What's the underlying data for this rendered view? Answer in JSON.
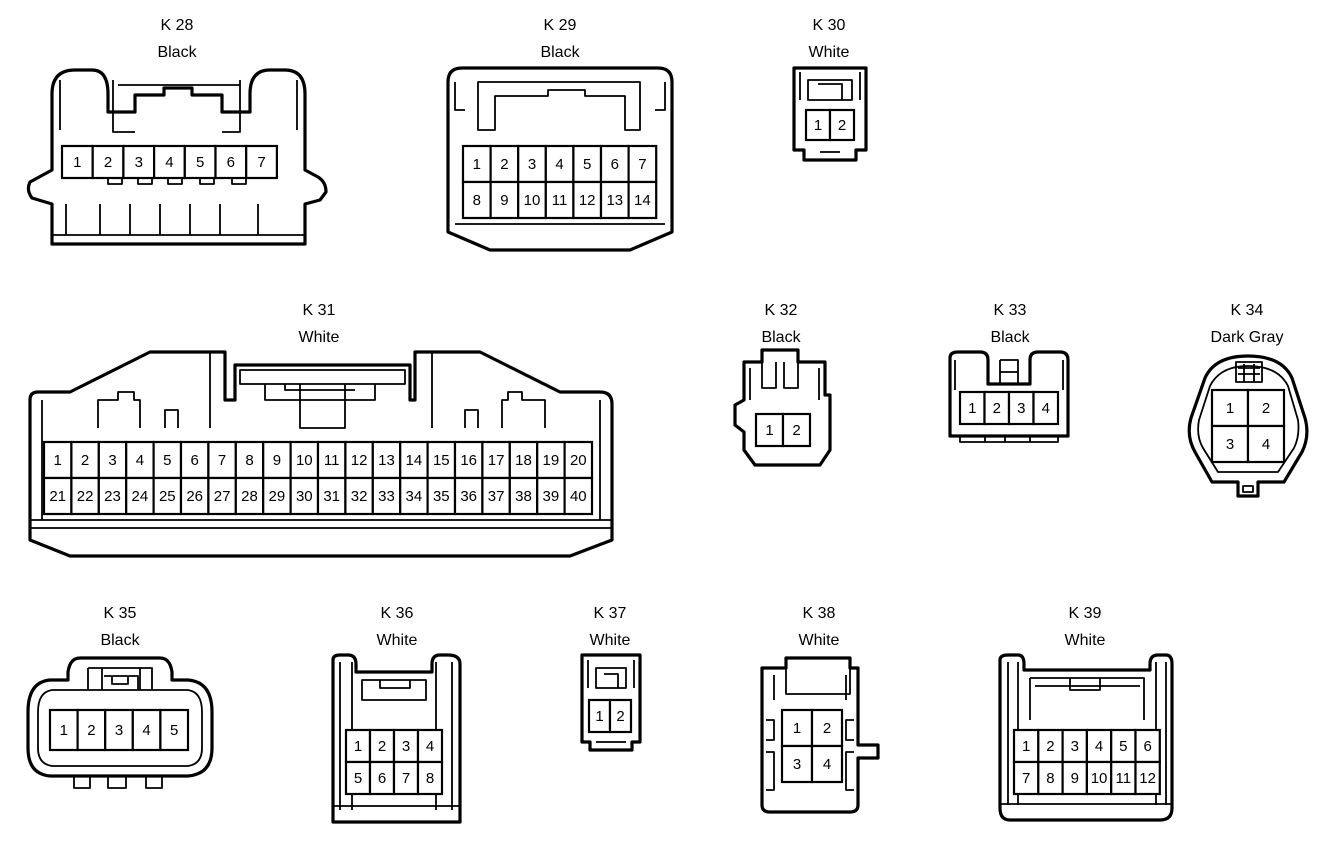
{
  "connectors": [
    {
      "id": "K 28",
      "color": "Black",
      "pins": [
        [
          "1",
          "2",
          "3",
          "4",
          "5",
          "6",
          "7"
        ]
      ]
    },
    {
      "id": "K 29",
      "color": "Black",
      "pins": [
        [
          "1",
          "2",
          "3",
          "4",
          "5",
          "6",
          "7"
        ],
        [
          "8",
          "9",
          "10",
          "11",
          "12",
          "13",
          "14"
        ]
      ]
    },
    {
      "id": "K 30",
      "color": "White",
      "pins": [
        [
          "1",
          "2"
        ]
      ]
    },
    {
      "id": "K 31",
      "color": "White",
      "pins": [
        [
          "1",
          "2",
          "3",
          "4",
          "5",
          "6",
          "7",
          "8",
          "9",
          "10",
          "11",
          "12",
          "13",
          "14",
          "15",
          "16",
          "17",
          "18",
          "19",
          "20"
        ],
        [
          "21",
          "22",
          "23",
          "24",
          "25",
          "26",
          "27",
          "28",
          "29",
          "30",
          "31",
          "32",
          "33",
          "34",
          "35",
          "36",
          "37",
          "38",
          "39",
          "40"
        ]
      ]
    },
    {
      "id": "K 32",
      "color": "Black",
      "pins": [
        [
          "1",
          "2"
        ]
      ]
    },
    {
      "id": "K 33",
      "color": "Black",
      "pins": [
        [
          "1",
          "2",
          "3",
          "4"
        ]
      ]
    },
    {
      "id": "K 34",
      "color": "Dark Gray",
      "pins": [
        [
          "1",
          "2"
        ],
        [
          "3",
          "4"
        ]
      ]
    },
    {
      "id": "K 35",
      "color": "Black",
      "pins": [
        [
          "1",
          "2",
          "3",
          "4",
          "5"
        ]
      ]
    },
    {
      "id": "K 36",
      "color": "White",
      "pins": [
        [
          "1",
          "2",
          "3",
          "4"
        ],
        [
          "5",
          "6",
          "7",
          "8"
        ]
      ]
    },
    {
      "id": "K 37",
      "color": "White",
      "pins": [
        [
          "1",
          "2"
        ]
      ]
    },
    {
      "id": "K 38",
      "color": "White",
      "pins": [
        [
          "1",
          "2"
        ],
        [
          "3",
          "4"
        ]
      ]
    },
    {
      "id": "K 39",
      "color": "White",
      "pins": [
        [
          "1",
          "2",
          "3",
          "4",
          "5",
          "6"
        ],
        [
          "7",
          "8",
          "9",
          "10",
          "11",
          "12"
        ]
      ]
    }
  ]
}
